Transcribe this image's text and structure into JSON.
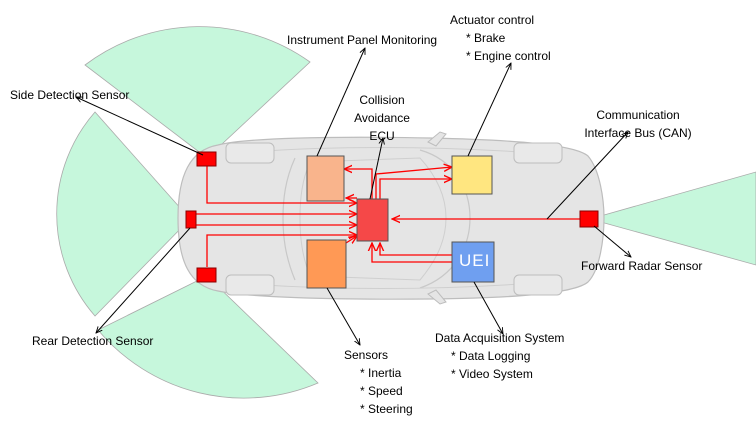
{
  "labels": {
    "instrument_panel": "Instrument Panel Monitoring",
    "actuator": {
      "title": "Actuator control",
      "items": [
        "*  Brake",
        "*  Engine control"
      ]
    },
    "side_sensor": "Side Detection Sensor",
    "ecu": [
      "Collision",
      "Avoidance",
      "ECU"
    ],
    "comm_bus": [
      "Communication",
      "Interface Bus (CAN)"
    ],
    "forward_radar": "Forward Radar Sensor",
    "rear_sensor": "Rear Detection Sensor",
    "daq": {
      "title": "Data Acquisition System",
      "items": [
        "*  Data Logging",
        "*  Video System"
      ]
    },
    "sensors": {
      "title": "Sensors",
      "items": [
        "*  Inertia",
        "*  Speed",
        "*  Steering"
      ]
    }
  },
  "daq_box_text": "UEI",
  "colors": {
    "coverage": "#c6f7dc",
    "wire": "#ff0000",
    "ecu": "#f54848",
    "instrument_box": "#f9b48c",
    "actuator_box": "#ffe680",
    "sensors_box": "#ff9955",
    "daq_box": "#6f9ff0",
    "car_body": "#e5e5e5"
  }
}
